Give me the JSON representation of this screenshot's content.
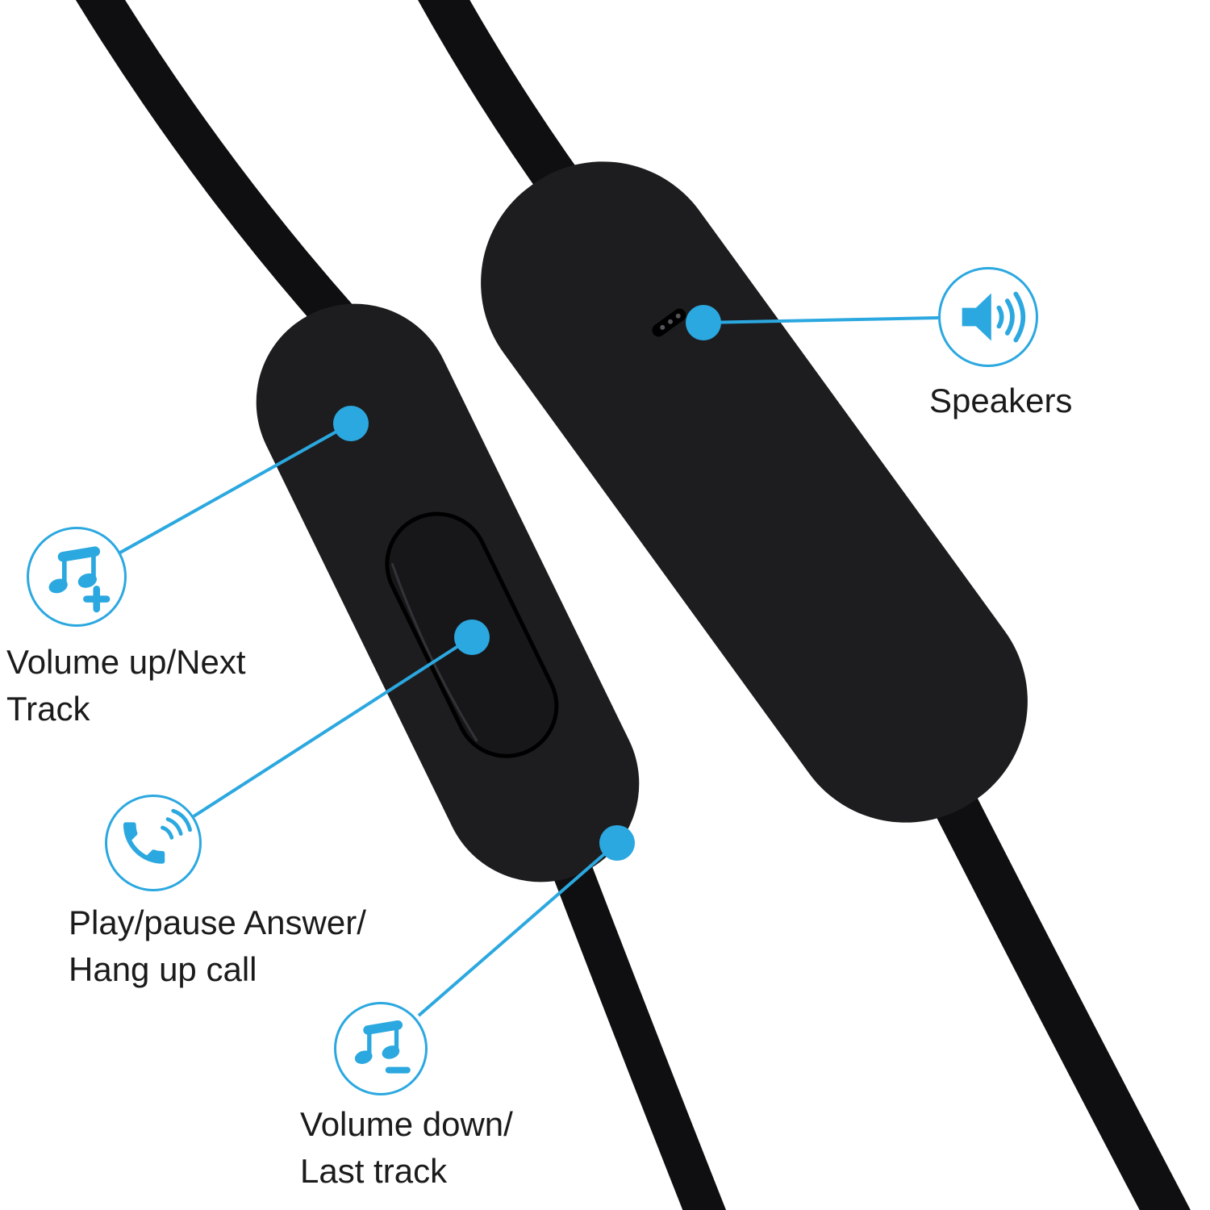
{
  "figure": {
    "type": "product-annotation-diagram",
    "subject": "In-line earphone remote control shown front and back on black cables"
  },
  "colors": {
    "accent": "#2BA8E0",
    "device_body": "#1d1d1f",
    "cable": "#0f0f11",
    "text": "#1b1b1b",
    "background": "#ffffff"
  },
  "callouts": [
    {
      "id": "volume-up",
      "icon": "music-notes-plus-icon",
      "lines": [
        "Volume up/Next",
        "Track"
      ]
    },
    {
      "id": "play-pause",
      "icon": "phone-call-icon",
      "lines": [
        "Play/pause Answer/",
        "Hang up call"
      ]
    },
    {
      "id": "volume-down",
      "icon": "music-notes-minus-icon",
      "lines": [
        "Volume down/",
        "Last track"
      ]
    },
    {
      "id": "speakers",
      "icon": "speaker-icon",
      "lines": [
        "Speakers"
      ]
    }
  ]
}
